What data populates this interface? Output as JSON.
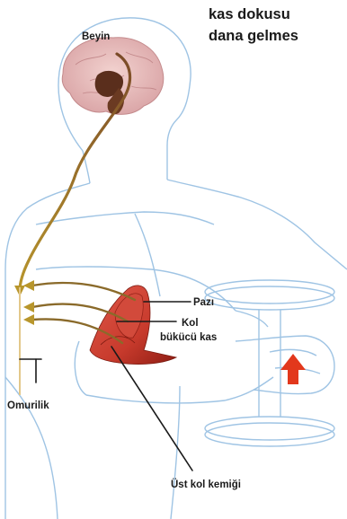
{
  "heading": {
    "line1": "kas dokusu",
    "line2": "dana gelmes"
  },
  "labels": {
    "brain": "Beyin",
    "biceps": "Pazı",
    "flexor_line1": "Kol",
    "flexor_line2": "bükücü kas",
    "spinal_cord": "Omurilik",
    "humerus": "Üst kol kemiği"
  },
  "colors": {
    "body_outline": "#9fc4e4",
    "nerve": "#b8962c",
    "muscle": "#c73a2c",
    "arrow": "#e2381c",
    "text": "#1a1a1a",
    "brain": "#d9a3a5"
  }
}
